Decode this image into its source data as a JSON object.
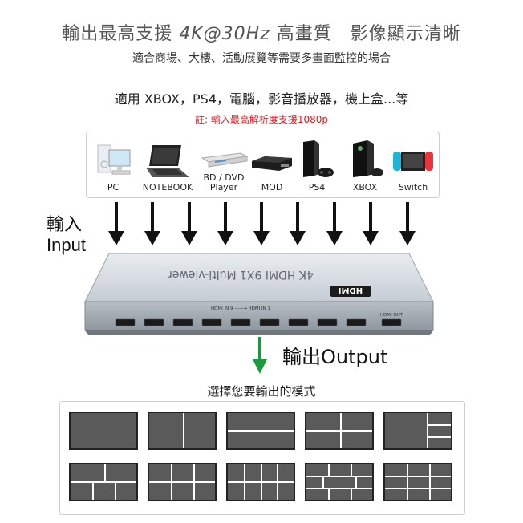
{
  "title": {
    "prefix": "輸出最高支援 ",
    "spec": "4K@30Hz",
    "suffix": " 高畫質　影像顯示清晰"
  },
  "subtitle": "適合商場、大樓、活動展覽等需要多畫面監控的場合",
  "compat": "適用 XBOX，PS4，電腦，影音播放器，機上盒...等",
  "note": "註: 輸入最高解析度支援1080p",
  "devices": [
    {
      "label": "PC",
      "icon": "pc-icon"
    },
    {
      "label": "NOTEBOOK",
      "icon": "notebook-icon"
    },
    {
      "label": "BD / DVD\nPlayer",
      "icon": "bd-dvd-player-icon"
    },
    {
      "label": "MOD",
      "icon": "mod-box-icon"
    },
    {
      "label": "PS4",
      "icon": "ps4-icon"
    },
    {
      "label": "XBOX",
      "icon": "xbox-icon"
    },
    {
      "label": "Switch",
      "icon": "switch-icon"
    }
  ],
  "input_label": {
    "zh": "輸入",
    "en": "Input"
  },
  "output_label": "輸出Output",
  "device_unit": {
    "top_text": "4K HDMI 9X1 Multi-viewer",
    "logo": "HDMI",
    "port_in_text": "HDMI IN 9  ——→  HDMI IN 1",
    "port_out_text": "HDMI OUT"
  },
  "modes_heading": "選擇您要輸出的模式",
  "colors": {
    "note": "#e0141e",
    "arrow_in": "#111111",
    "arrow_out": "#1a9a3c",
    "mode_fill": "#5a5a5a"
  }
}
